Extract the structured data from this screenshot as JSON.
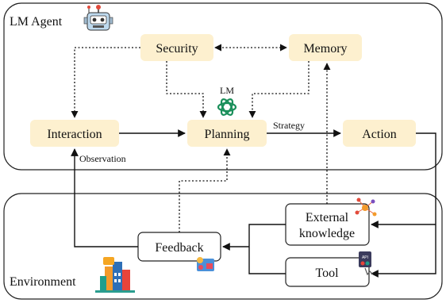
{
  "groups": {
    "agent_label": "LM Agent",
    "environment_label": "Environment"
  },
  "nodes": {
    "security": "Security",
    "memory": "Memory",
    "interaction": "Interaction",
    "planning": "Planning",
    "action": "Action",
    "external_line1": "External",
    "external_line2": "knowledge",
    "feedback": "Feedback",
    "tool": "Tool"
  },
  "edge_labels": {
    "lm": "LM",
    "strategy": "Strategy",
    "observation": "Observation"
  },
  "icons": {
    "tool_icon_text": "API"
  },
  "colors": {
    "node_fill": "#fdf0cf",
    "border": "#222222"
  }
}
